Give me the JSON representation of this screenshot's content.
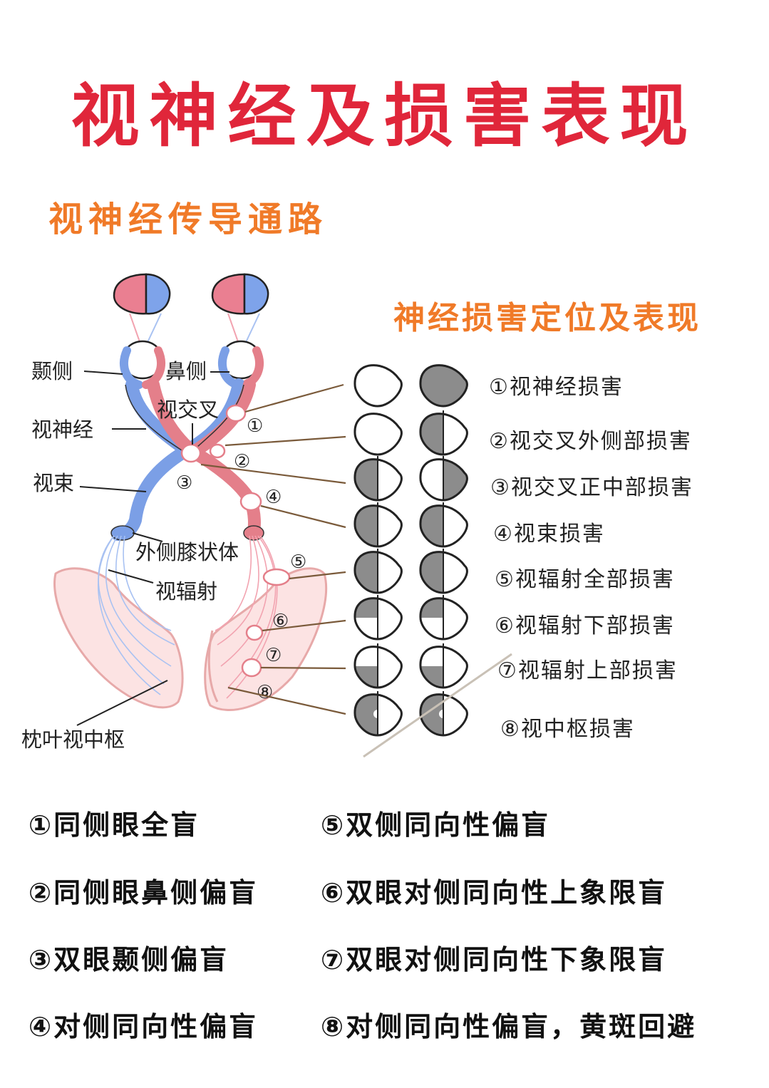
{
  "title": "视神经及损害表现",
  "subtitle_left": "视神经传导通路",
  "subtitle_right": "神经损害定位及表现",
  "anatomy_labels": {
    "temporal": "颞侧",
    "nasal": "鼻侧",
    "chiasm": "视交叉",
    "optic_nerve": "视神经",
    "optic_tract": "视束",
    "lgb": "外侧膝状体",
    "radiation": "视辐射",
    "cortex": "枕叶视中枢"
  },
  "site_numbers": [
    "①",
    "②",
    "③",
    "④",
    "⑤",
    "⑥",
    "⑦",
    "⑧"
  ],
  "lesions": [
    "①视神经损害",
    "②视交叉外侧部损害",
    "③视交叉正中部损害",
    "④视束损害",
    "⑤视辐射全部损害",
    "⑥视辐射下部损害",
    "⑦视辐射上部损害",
    "⑧视中枢损害"
  ],
  "results_left": [
    "①同侧眼全盲",
    "②同侧眼鼻侧偏盲",
    "③双眼颞侧偏盲",
    "④对侧同向性偏盲"
  ],
  "results_right": [
    "⑤双侧同向性偏盲",
    "⑥双眼对侧同向性上象限盲",
    "⑦双眼对侧同向性下象限盲",
    "⑧对侧同向性偏盲，黄斑回避"
  ],
  "colors": {
    "title": "#e0263a",
    "subtitle": "#f07a28",
    "blue_pathway": "#7b9fe6",
    "pink_pathway": "#e47f8a",
    "defect": "#8c8c8c",
    "outline": "#222222"
  }
}
